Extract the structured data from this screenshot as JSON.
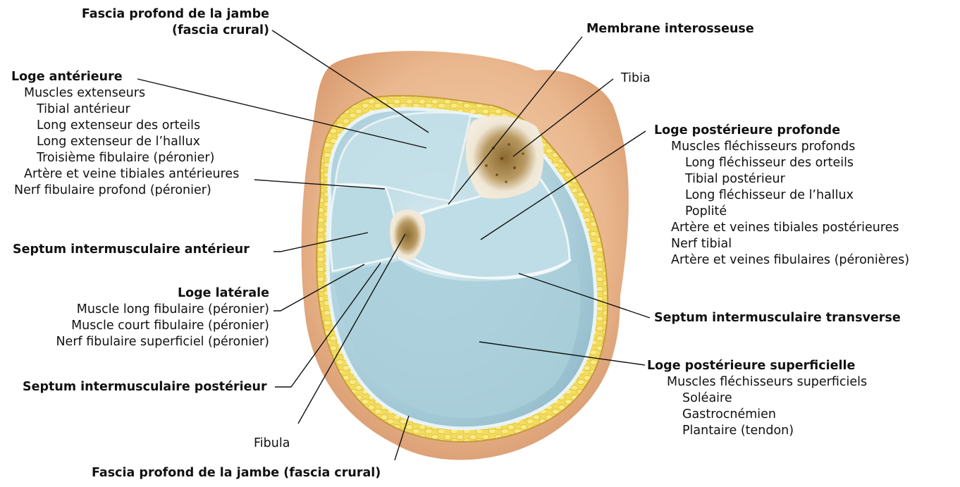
{
  "labels": {
    "fascia_top": {
      "line1": "Fascia profond de la jambe",
      "line2": "(fascia crural)"
    },
    "membrane": "Membrane interosseuse",
    "tibia": "Tibia",
    "loge_anterieure": {
      "title": "Loge antérieure",
      "items": [
        "Muscles extenseurs",
        "Tibial antérieur",
        "Long extenseur des orteils",
        "Long extenseur de l’hallux",
        "Troisième fibulaire (péronier)",
        "Artère et veine tibiales antérieures",
        "Nerf fibulaire profond (péronier)"
      ]
    },
    "loge_post_profonde": {
      "title": "Loge postérieure profonde",
      "items": [
        "Muscles fléchisseurs profonds",
        "Long fléchisseur des orteils",
        "Tibial postérieur",
        "Long fléchisseur de l’hallux",
        "Poplité",
        "Artère et veines tibiales postérieures",
        "Nerf tibial",
        "Artère et veines fibulaires (péronières)"
      ]
    },
    "septum_anterieur": "Septum intermusculaire antérieur",
    "loge_laterale": {
      "title": "Loge latérale",
      "items": [
        "Muscle long fibulaire (péronier)",
        "Muscle court fibulaire (péronier)",
        "Nerf fibulaire superficiel (péronier)"
      ]
    },
    "septum_transverse": "Septum intermusculaire transverse",
    "septum_posterieur": "Septum intermusculaire postérieur",
    "loge_post_superficielle": {
      "title": "Loge postérieure superficielle",
      "items": [
        "Muscles fléchisseurs superficiels",
        "Soléaire",
        "Gastrocnémien",
        "Plantaire (tendon)"
      ]
    },
    "fibula": "Fibula",
    "fascia_bottom": "Fascia profond de la jambe (fascia crural)"
  }
}
